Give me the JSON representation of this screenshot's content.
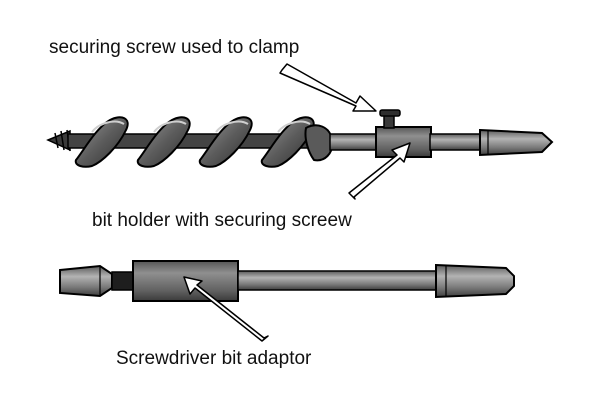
{
  "labels": {
    "securing_screw": "securing screw used to clamp",
    "bit_holder": "bit holder with securing screew",
    "adaptor": "Screwdriver bit adaptor"
  },
  "colors": {
    "metal_dark": "#4a4a4a",
    "metal_mid": "#6a6a6a",
    "metal_light": "#a8a8a8",
    "outline": "#000000",
    "arrow_fill": "#ffffff",
    "background": "#ffffff"
  }
}
